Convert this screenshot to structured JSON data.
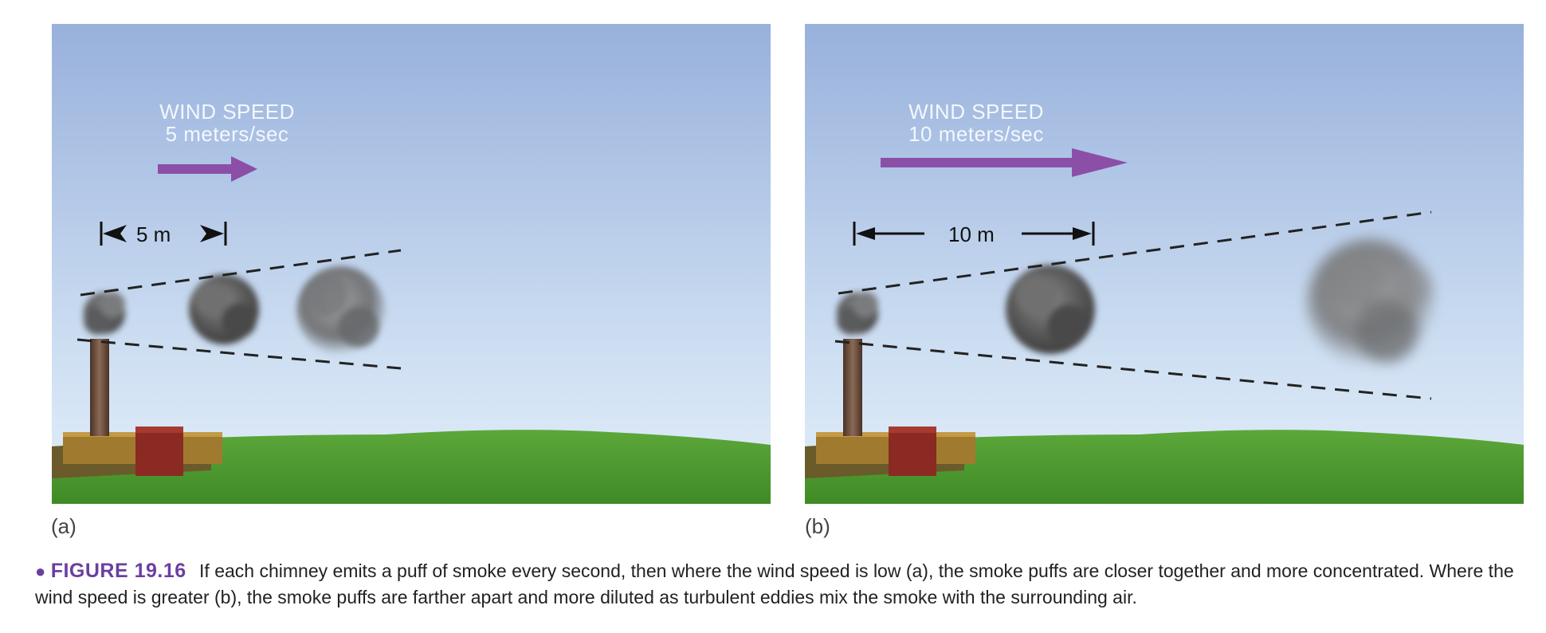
{
  "panels": {
    "a": {
      "letter": "(a)",
      "wind_label": "WIND SPEED",
      "wind_value": "5 meters/sec",
      "distance_label": "5 m"
    },
    "b": {
      "letter": "(b)",
      "wind_label": "WIND SPEED",
      "wind_value": "10 meters/sec",
      "distance_label": "10 m"
    }
  },
  "caption": {
    "bullet": "●",
    "figure_label": "FIGURE 19.16",
    "text": "If each chimney emits a puff of smoke every second, then where the wind speed is low (a), the smoke puffs are closer together and more concentrated. Where the wind speed is greater (b), the smoke puffs are farther apart and more diluted as turbulent eddies mix the smoke with the surrounding air."
  },
  "colors": {
    "sky_top": "#9ab3dd",
    "sky_bottom": "#dce9f6",
    "grass": "#4e9a2e",
    "arrow": "#8b4fa8",
    "smoke": "#555555",
    "brick": "#8a2a22",
    "caption_accent": "#6b3fa0"
  },
  "icons": {
    "wind_arrow": "right-arrow-icon",
    "dimension": "dimension-arrow-icon"
  }
}
